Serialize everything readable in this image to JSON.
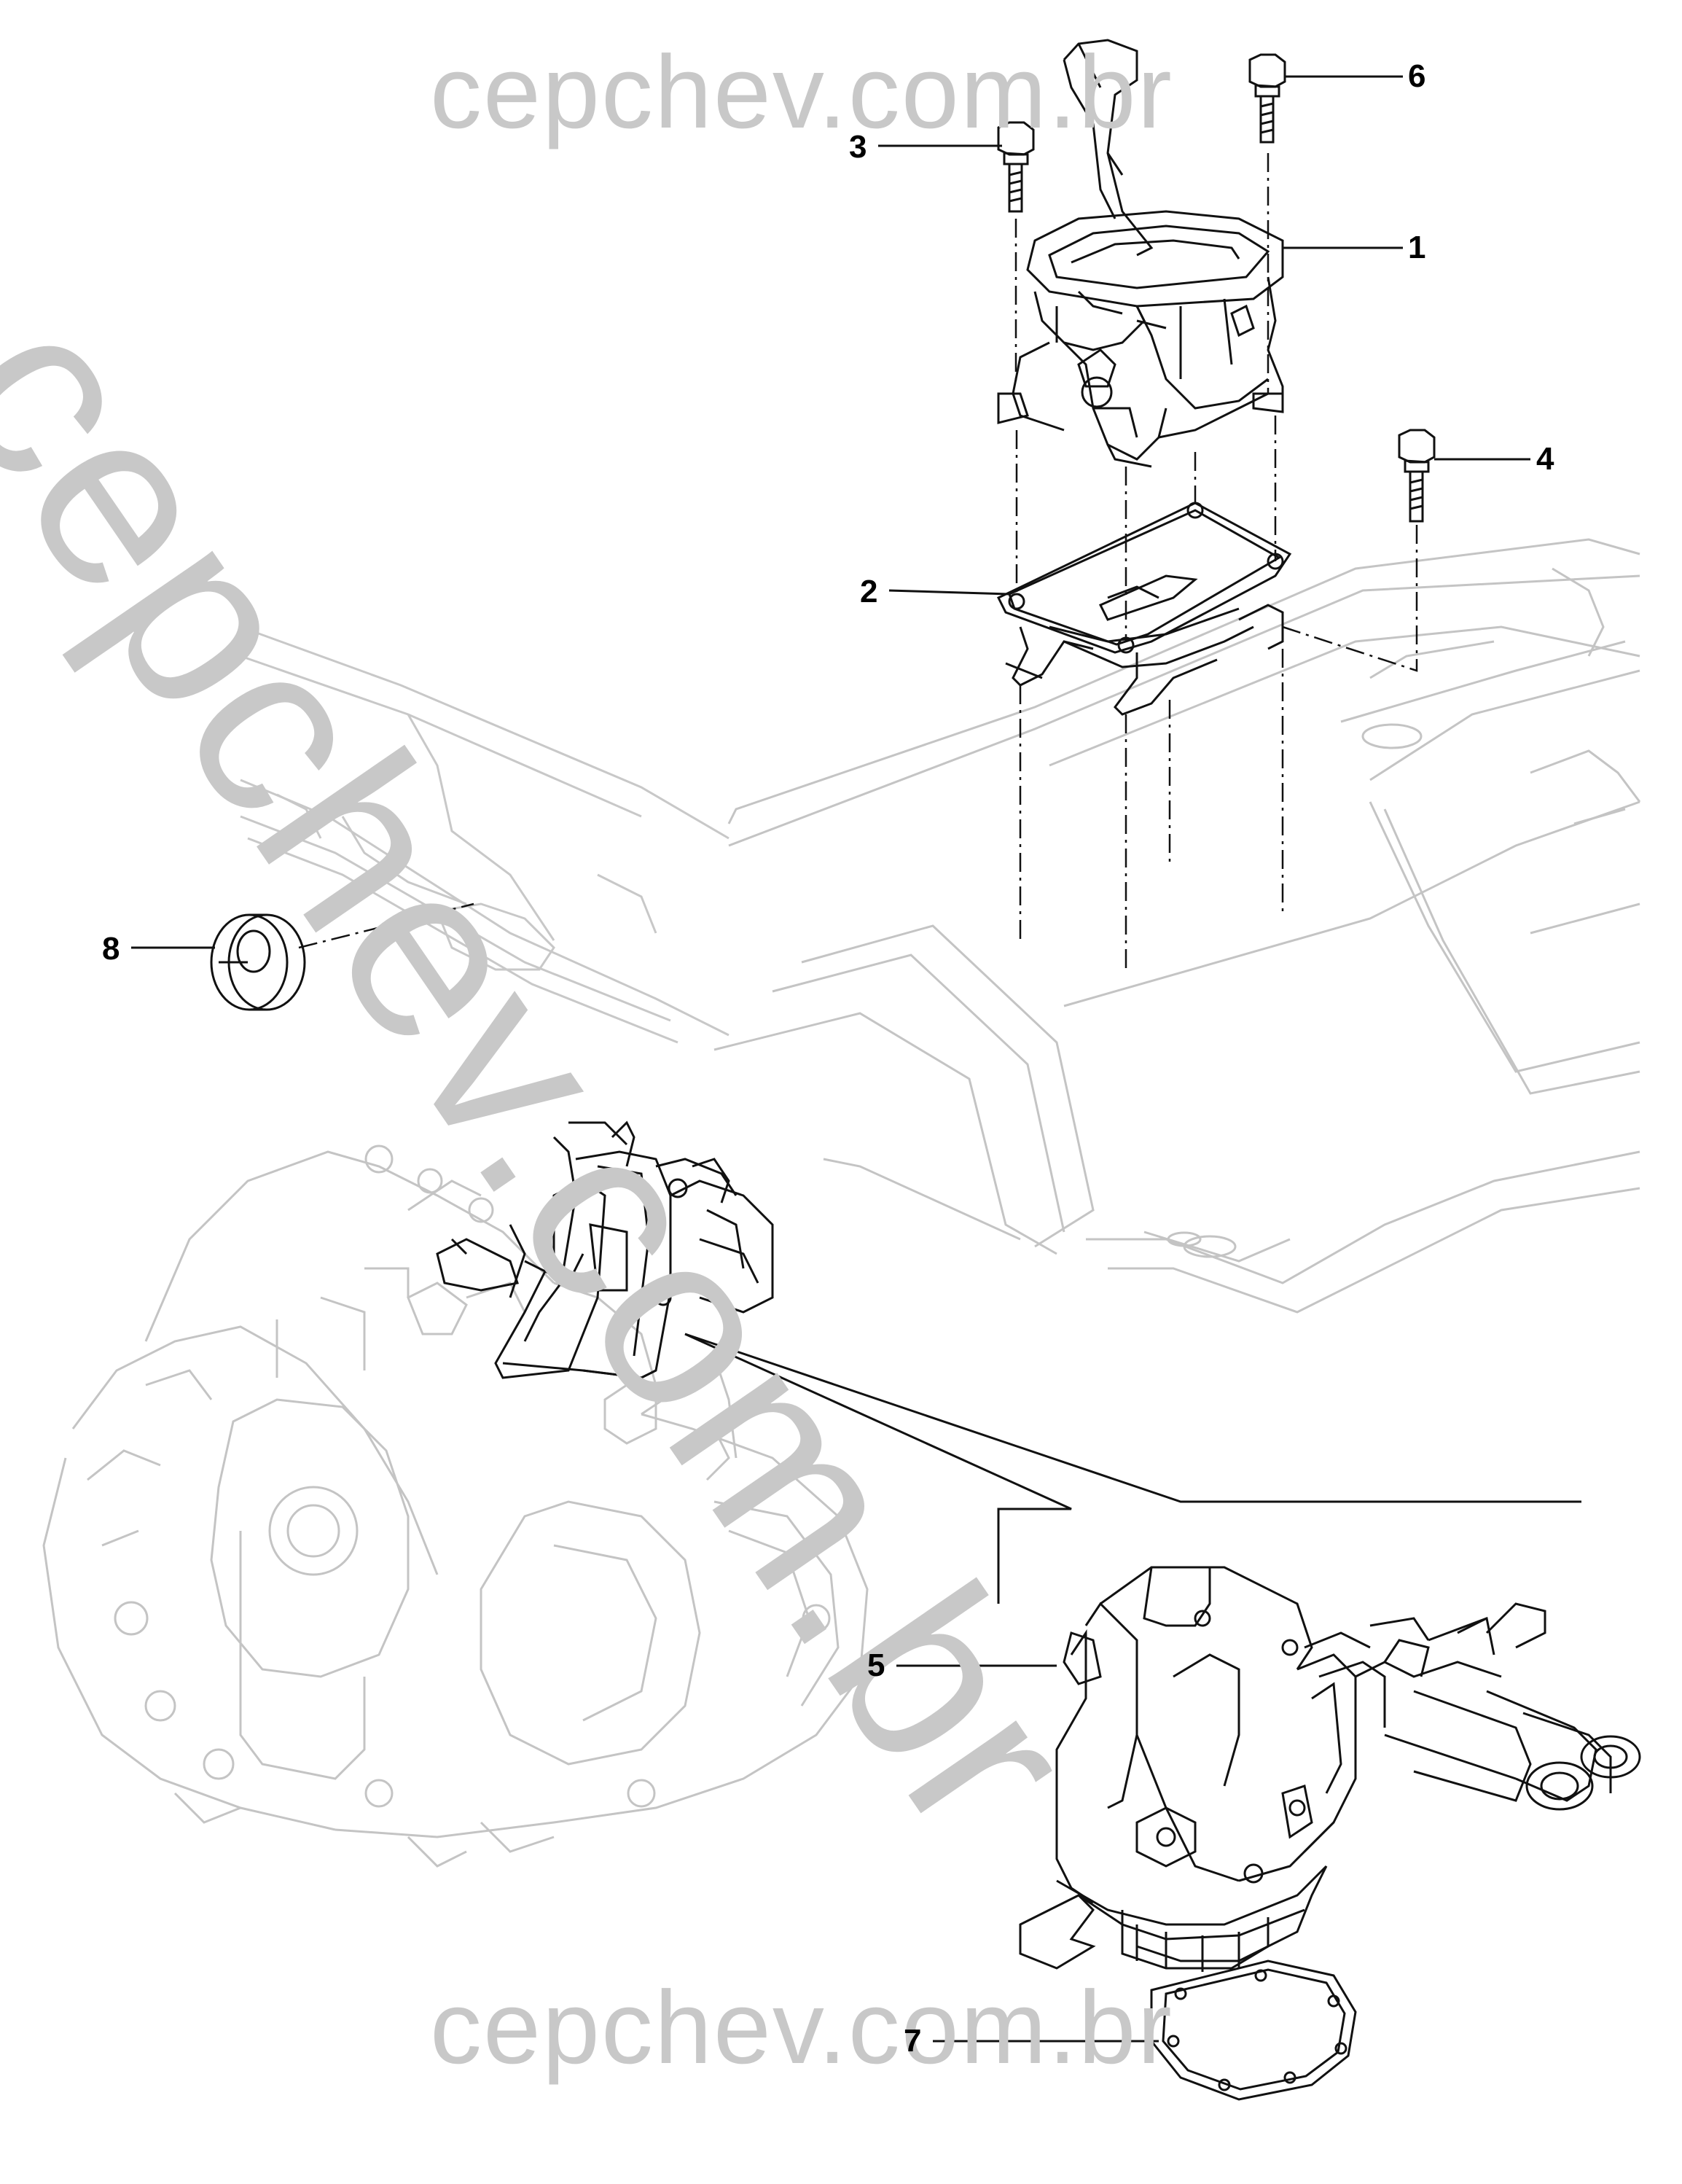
{
  "watermark": {
    "top": "cepchev.com.br",
    "diagonal": "cepchev.com.br",
    "bottom": "cepchev.com.br"
  },
  "callouts": [
    "1",
    "2",
    "3",
    "4",
    "5",
    "6",
    "7",
    "8"
  ],
  "parts": {
    "shift_lever_housing": "1",
    "gasket_mount": "2",
    "bolt_left": "3",
    "bolt_right": "4",
    "actuator_module": "5",
    "bolt_top": "6",
    "actuator_gasket": "7",
    "grommet_plug": "8"
  }
}
